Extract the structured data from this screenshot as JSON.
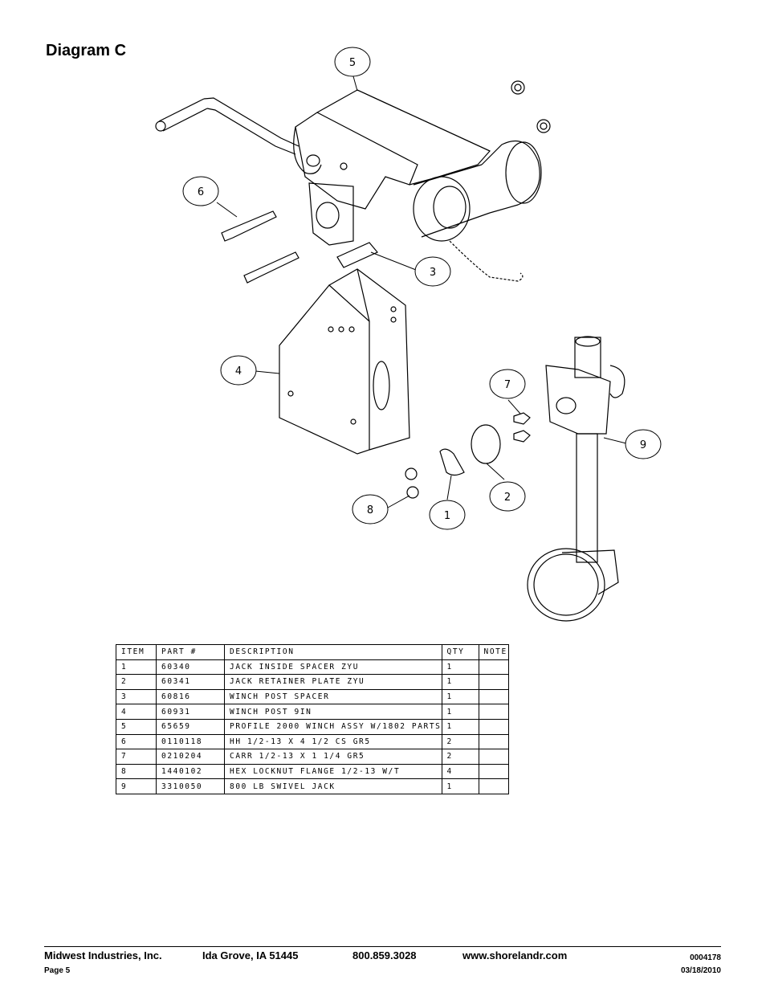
{
  "page_title": "Diagram C",
  "callouts": [
    "1",
    "2",
    "3",
    "4",
    "5",
    "6",
    "7",
    "8",
    "9"
  ],
  "table": {
    "headers": [
      "ITEM",
      "PART #",
      "DESCRIPTION",
      "QTY",
      "NOTE"
    ],
    "rows": [
      [
        "1",
        "60340",
        "JACK INSIDE SPACER ZYU",
        "1",
        ""
      ],
      [
        "2",
        "60341",
        "JACK RETAINER PLATE ZYU",
        "1",
        ""
      ],
      [
        "3",
        "60816",
        "WINCH POST SPACER",
        "1",
        ""
      ],
      [
        "4",
        "60931",
        "WINCH POST 9IN",
        "1",
        ""
      ],
      [
        "5",
        "65659",
        "PROFILE 2000 WINCH ASSY W/1802 PARTS",
        "1",
        ""
      ],
      [
        "6",
        "0110118",
        "HH 1/2-13 X 4 1/2 CS GR5",
        "2",
        ""
      ],
      [
        "7",
        "0210204",
        "CARR 1/2-13 X 1 1/4 GR5",
        "2",
        ""
      ],
      [
        "8",
        "1440102",
        "HEX LOCKNUT FLANGE 1/2-13 W/T",
        "4",
        ""
      ],
      [
        "9",
        "3310050",
        "800 LB SWIVEL JACK",
        "1",
        ""
      ]
    ]
  },
  "footer": {
    "company": "Midwest Industries, Inc.",
    "location": "Ida Grove, IA  51445",
    "phone": "800.859.3028",
    "website": "www.shorelandr.com",
    "doc_number": "0004178",
    "page": "Page 5",
    "date": "03/18/2010"
  }
}
